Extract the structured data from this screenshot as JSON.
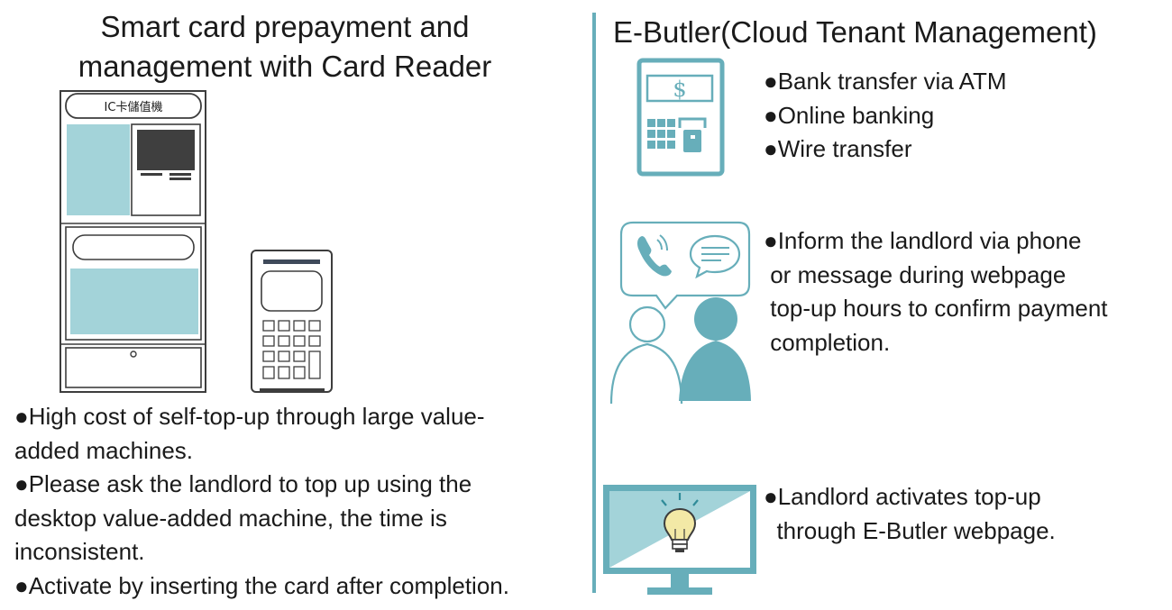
{
  "left": {
    "title_line1": "Smart card prepayment and",
    "title_line2": "management with Card Reader",
    "machine_label": "IC卡儲值機",
    "bullets": [
      "●High cost of self-top-up through large value-",
      "added machines.",
      "●Please ask the landlord to top up using the",
      "desktop value-added machine, the time is",
      "inconsistent.",
      "●Activate by inserting the card after completion."
    ]
  },
  "right": {
    "title": "E-Butler(Cloud Tenant Management)",
    "atm_symbol": "$",
    "group1": [
      "●Bank transfer via ATM",
      "●Online banking",
      "●Wire transfer"
    ],
    "group2": [
      "●Inform the landlord via phone",
      " or message during webpage",
      " top-up hours to confirm payment",
      " completion."
    ],
    "group3": [
      "●Landlord activates top-up",
      "  through E-Butler webpage."
    ]
  },
  "colors": {
    "accent": "#67aeba",
    "light": "#a3d3d9",
    "dark": "#3d3d3d"
  }
}
